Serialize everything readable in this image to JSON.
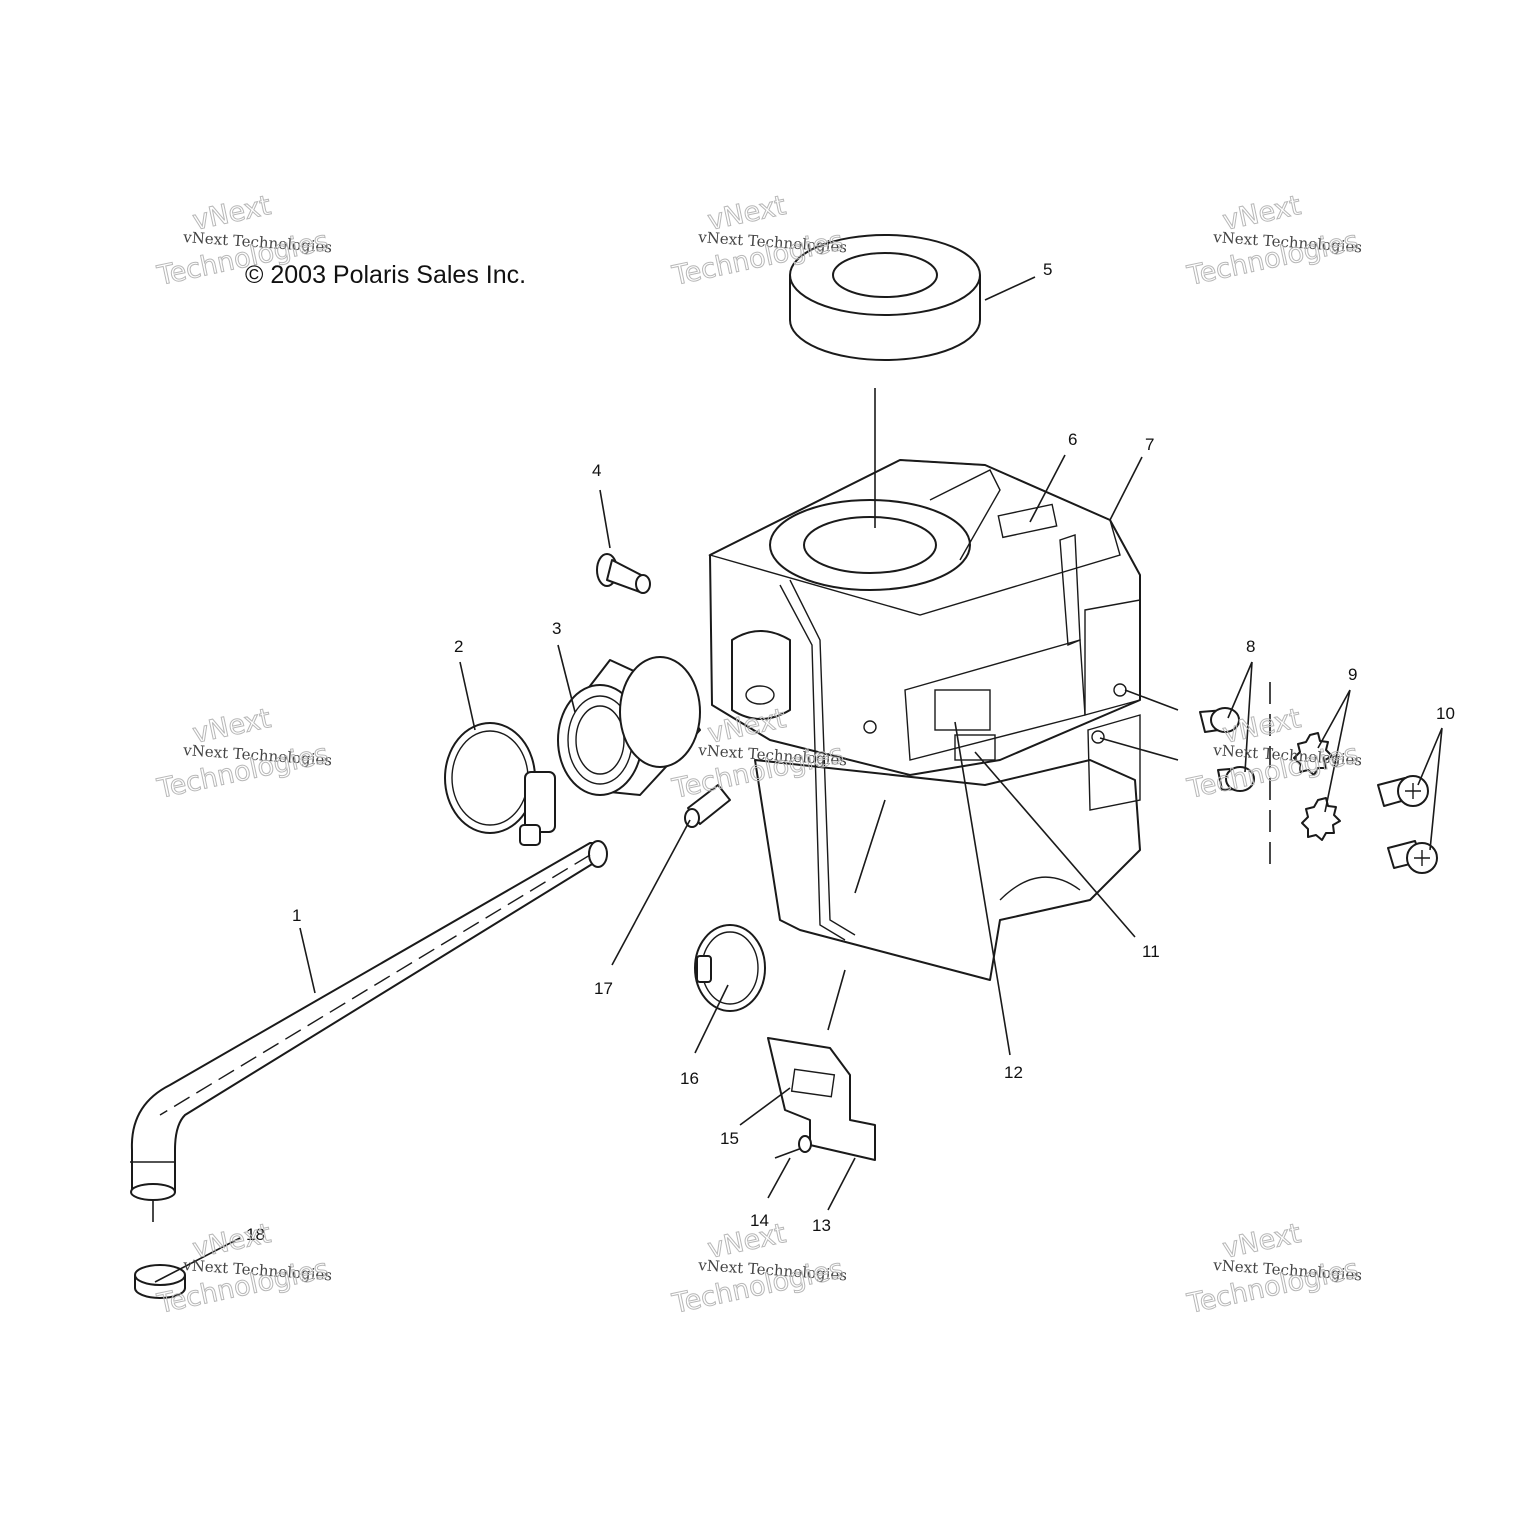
{
  "copyright": "© 2003 Polaris Sales Inc.",
  "watermark": {
    "line1": "vNext",
    "line2": "vNext Technologies",
    "line3": "Technologies"
  },
  "callouts": [
    "1",
    "2",
    "3",
    "4",
    "5",
    "6",
    "7",
    "8",
    "9",
    "10",
    "11",
    "12",
    "13",
    "14",
    "15",
    "16",
    "17",
    "18"
  ]
}
